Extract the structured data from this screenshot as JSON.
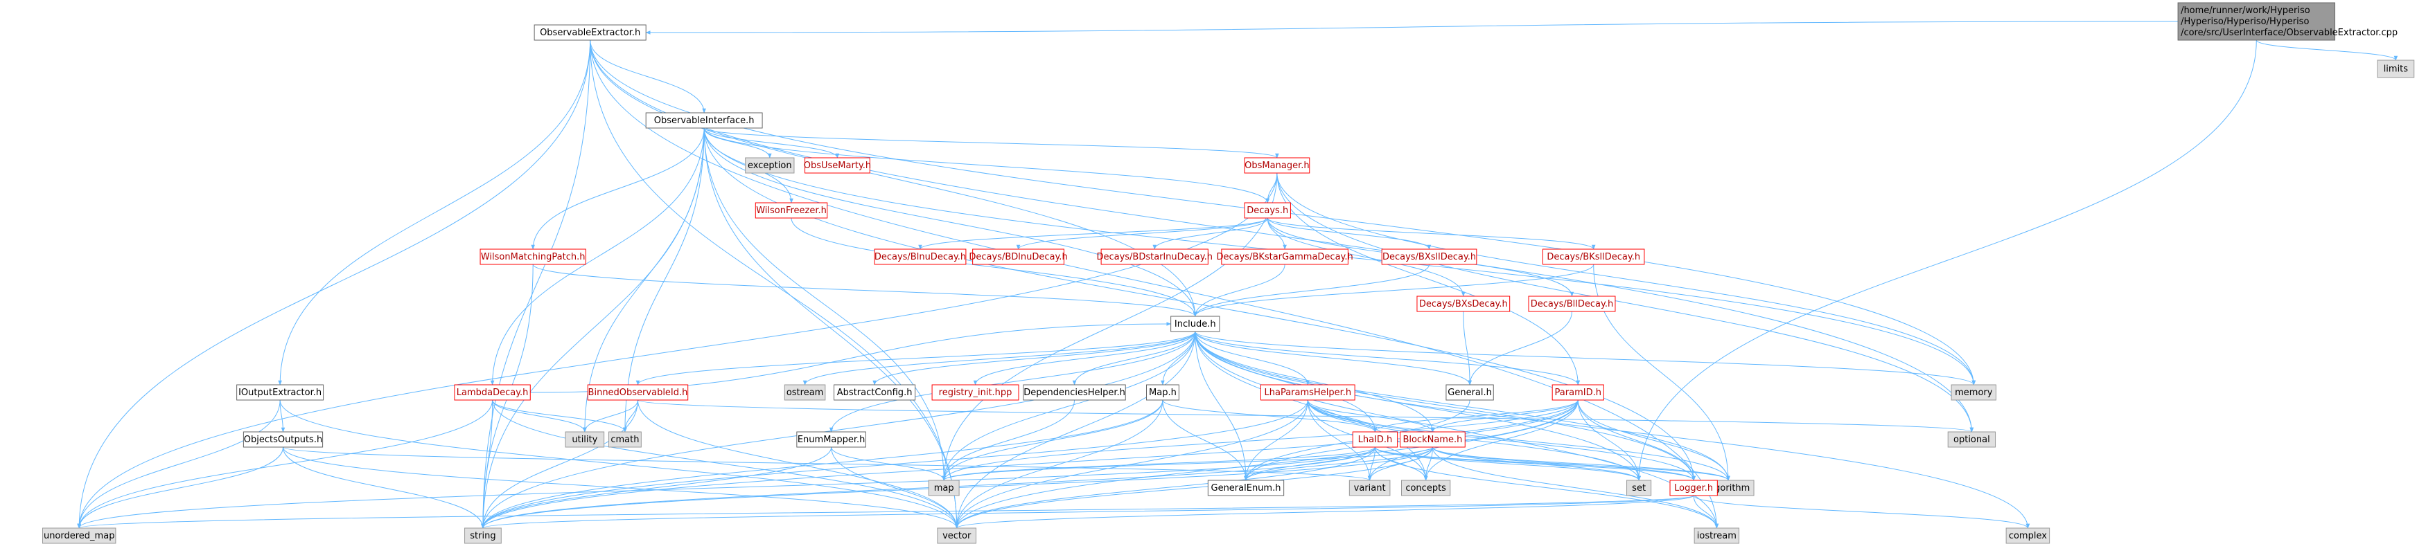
{
  "colors": {
    "edge": "#63b8ff",
    "node_border": "#666666",
    "red_border": "#ff0000",
    "root_fill": "#999999",
    "system_fill": "#e0e0e0",
    "node_fill": "#ffffff",
    "red_text": "#b00000"
  },
  "nodes": [
    {
      "id": "root",
      "lines": [
        "/home/runner/work/Hyperiso",
        "/Hyperiso/Hyperiso/Hyperiso",
        "/core/src/UserInterface/ObservableExtractor.cpp"
      ],
      "style": "root"
    },
    {
      "id": "limits",
      "lines": [
        "limits"
      ],
      "style": "system"
    },
    {
      "id": "ObservableExtractor",
      "lines": [
        "ObservableExtractor.h"
      ],
      "style": "normal"
    },
    {
      "id": "ObservableInterface",
      "lines": [
        "ObservableInterface.h"
      ],
      "style": "normal"
    },
    {
      "id": "exception",
      "lines": [
        "exception"
      ],
      "style": "system"
    },
    {
      "id": "ObsUseMarty",
      "lines": [
        "ObsUseMarty.h"
      ],
      "style": "red"
    },
    {
      "id": "ObsManager",
      "lines": [
        "ObsManager.h"
      ],
      "style": "red"
    },
    {
      "id": "WilsonFreezer",
      "lines": [
        "WilsonFreezer.h"
      ],
      "style": "red"
    },
    {
      "id": "WilsonMatchingPatch",
      "lines": [
        "WilsonMatchingPatch.h"
      ],
      "style": "red"
    },
    {
      "id": "Decays",
      "lines": [
        "Decays.h"
      ],
      "style": "red"
    },
    {
      "id": "BlnuDecay",
      "lines": [
        "Decays/BlnuDecay.h"
      ],
      "style": "red"
    },
    {
      "id": "BDlnuDecay",
      "lines": [
        "Decays/BDlnuDecay.h"
      ],
      "style": "red"
    },
    {
      "id": "BDstarlnuDecay",
      "lines": [
        "Decays/BDstarlnuDecay.h"
      ],
      "style": "red"
    },
    {
      "id": "BKstarGammaDecay",
      "lines": [
        "Decays/BKstarGammaDecay.h"
      ],
      "style": "red"
    },
    {
      "id": "BXsllDecay",
      "lines": [
        "Decays/BXsllDecay.h"
      ],
      "style": "red"
    },
    {
      "id": "BKsllDecay",
      "lines": [
        "Decays/BKsllDecay.h"
      ],
      "style": "red"
    },
    {
      "id": "BXsDecay",
      "lines": [
        "Decays/BXsDecay.h"
      ],
      "style": "red"
    },
    {
      "id": "BllDecay",
      "lines": [
        "Decays/BllDecay.h"
      ],
      "style": "red"
    },
    {
      "id": "Include",
      "lines": [
        "Include.h"
      ],
      "style": "normal"
    },
    {
      "id": "IOutputExtractor",
      "lines": [
        "IOutputExtractor.h"
      ],
      "style": "normal"
    },
    {
      "id": "LambdaDecay",
      "lines": [
        "LambdaDecay.h"
      ],
      "style": "red"
    },
    {
      "id": "BinnedObservableId",
      "lines": [
        "BinnedObservableId.h"
      ],
      "style": "red"
    },
    {
      "id": "ostream",
      "lines": [
        "ostream"
      ],
      "style": "system"
    },
    {
      "id": "AbstractConfig",
      "lines": [
        "AbstractConfig.h"
      ],
      "style": "normal"
    },
    {
      "id": "registry_init",
      "lines": [
        "registry_init.hpp"
      ],
      "style": "red"
    },
    {
      "id": "DependenciesHelper",
      "lines": [
        "DependenciesHelper.h"
      ],
      "style": "normal"
    },
    {
      "id": "Map",
      "lines": [
        "Map.h"
      ],
      "style": "normal"
    },
    {
      "id": "LhaParamsHelper",
      "lines": [
        "LhaParamsHelper.h"
      ],
      "style": "red"
    },
    {
      "id": "General",
      "lines": [
        "General.h"
      ],
      "style": "normal"
    },
    {
      "id": "ParamID",
      "lines": [
        "ParamID.h"
      ],
      "style": "red"
    },
    {
      "id": "memory",
      "lines": [
        "memory"
      ],
      "style": "system"
    },
    {
      "id": "ObjectsOutputs",
      "lines": [
        "ObjectsOutputs.h"
      ],
      "style": "normal"
    },
    {
      "id": "utility",
      "lines": [
        "utility"
      ],
      "style": "system"
    },
    {
      "id": "cmath",
      "lines": [
        "cmath"
      ],
      "style": "system"
    },
    {
      "id": "EnumMapper",
      "lines": [
        "EnumMapper.h"
      ],
      "style": "normal"
    },
    {
      "id": "optional",
      "lines": [
        "optional"
      ],
      "style": "system"
    },
    {
      "id": "LhaID",
      "lines": [
        "LhaID.h"
      ],
      "style": "red"
    },
    {
      "id": "BlockName",
      "lines": [
        "BlockName.h"
      ],
      "style": "red"
    },
    {
      "id": "map",
      "lines": [
        "map"
      ],
      "style": "system"
    },
    {
      "id": "variant",
      "lines": [
        "variant"
      ],
      "style": "system"
    },
    {
      "id": "concepts",
      "lines": [
        "concepts"
      ],
      "style": "system"
    },
    {
      "id": "set",
      "lines": [
        "set"
      ],
      "style": "system"
    },
    {
      "id": "algorithm",
      "lines": [
        "algorithm"
      ],
      "style": "system"
    },
    {
      "id": "GeneralEnum",
      "lines": [
        "GeneralEnum.h"
      ],
      "style": "normal"
    },
    {
      "id": "Logger",
      "lines": [
        "Logger.h"
      ],
      "style": "red"
    },
    {
      "id": "unordered_map",
      "lines": [
        "unordered_map"
      ],
      "style": "system"
    },
    {
      "id": "string",
      "lines": [
        "string"
      ],
      "style": "system"
    },
    {
      "id": "vector",
      "lines": [
        "vector"
      ],
      "style": "system"
    },
    {
      "id": "iostream",
      "lines": [
        "iostream"
      ],
      "style": "system"
    },
    {
      "id": "complex",
      "lines": [
        "complex"
      ],
      "style": "system"
    }
  ],
  "edges": [
    [
      "root",
      "limits"
    ],
    [
      "root",
      "ObservableExtractor"
    ],
    [
      "root",
      "set"
    ],
    [
      "ObservableExtractor",
      "ObservableInterface"
    ],
    [
      "ObservableExtractor",
      "IOutputExtractor"
    ],
    [
      "ObservableExtractor",
      "Include"
    ],
    [
      "ObservableExtractor",
      "memory"
    ],
    [
      "ObservableExtractor",
      "optional"
    ],
    [
      "ObservableExtractor",
      "unordered_map"
    ],
    [
      "ObservableExtractor",
      "string"
    ],
    [
      "ObservableExtractor",
      "vector"
    ],
    [
      "ObservableExtractor",
      "iostream"
    ],
    [
      "ObservableInterface",
      "exception"
    ],
    [
      "ObservableInterface",
      "ObsUseMarty"
    ],
    [
      "ObservableInterface",
      "ObsManager"
    ],
    [
      "ObservableInterface",
      "WilsonFreezer"
    ],
    [
      "ObservableInterface",
      "WilsonMatchingPatch"
    ],
    [
      "ObservableInterface",
      "Decays"
    ],
    [
      "ObservableInterface",
      "Include"
    ],
    [
      "ObservableInterface",
      "LambdaDecay"
    ],
    [
      "ObservableInterface",
      "utility"
    ],
    [
      "ObservableInterface",
      "cmath"
    ],
    [
      "ObservableInterface",
      "map"
    ],
    [
      "ObservableInterface",
      "string"
    ],
    [
      "ObservableInterface",
      "vector"
    ],
    [
      "ObservableInterface",
      "memory"
    ],
    [
      "ObservableInterface",
      "Logger"
    ],
    [
      "ObsManager",
      "Decays"
    ],
    [
      "ObsManager",
      "ParamID"
    ],
    [
      "ObsManager",
      "memory"
    ],
    [
      "ObsManager",
      "optional"
    ],
    [
      "ObsManager",
      "unordered_map"
    ],
    [
      "ObsManager",
      "map"
    ],
    [
      "WilsonFreezer",
      "Include"
    ],
    [
      "WilsonMatchingPatch",
      "Include"
    ],
    [
      "WilsonMatchingPatch",
      "string"
    ],
    [
      "Decays",
      "BlnuDecay"
    ],
    [
      "Decays",
      "BDlnuDecay"
    ],
    [
      "Decays",
      "BDstarlnuDecay"
    ],
    [
      "Decays",
      "BKstarGammaDecay"
    ],
    [
      "Decays",
      "BXsllDecay"
    ],
    [
      "Decays",
      "BKsllDecay"
    ],
    [
      "Decays",
      "BXsDecay"
    ],
    [
      "Decays",
      "BllDecay"
    ],
    [
      "BKstarGammaDecay",
      "Include"
    ],
    [
      "BXsllDecay",
      "Include"
    ],
    [
      "BKsllDecay",
      "Include"
    ],
    [
      "BKsllDecay",
      "algorithm"
    ],
    [
      "BXsDecay",
      "General"
    ],
    [
      "BllDecay",
      "General"
    ],
    [
      "Include",
      "BinnedObservableId"
    ],
    [
      "Include",
      "ostream"
    ],
    [
      "Include",
      "AbstractConfig"
    ],
    [
      "Include",
      "registry_init"
    ],
    [
      "Include",
      "DependenciesHelper"
    ],
    [
      "Include",
      "Map"
    ],
    [
      "Include",
      "EnumMapper"
    ],
    [
      "Include",
      "LhaParamsHelper"
    ],
    [
      "Include",
      "General"
    ],
    [
      "Include",
      "ParamID"
    ],
    [
      "Include",
      "LhaID"
    ],
    [
      "Include",
      "BlockName"
    ],
    [
      "Include",
      "memory"
    ],
    [
      "Include",
      "Logger"
    ],
    [
      "Include",
      "complex"
    ],
    [
      "Include",
      "iostream"
    ],
    [
      "Include",
      "vector"
    ],
    [
      "Include",
      "string"
    ],
    [
      "Include",
      "GeneralEnum"
    ],
    [
      "Include",
      "concepts"
    ],
    [
      "Include",
      "map"
    ],
    [
      "Include",
      "set"
    ],
    [
      "Include",
      "algorithm"
    ],
    [
      "IOutputExtractor",
      "ObjectsOutputs"
    ],
    [
      "IOutputExtractor",
      "unordered_map"
    ],
    [
      "IOutputExtractor",
      "vector"
    ],
    [
      "ObjectsOutputs",
      "unordered_map"
    ],
    [
      "ObjectsOutputs",
      "string"
    ],
    [
      "ObjectsOutputs",
      "vector"
    ],
    [
      "ObjectsOutputs",
      "variant"
    ],
    [
      "LambdaDecay",
      "Include"
    ],
    [
      "LambdaDecay",
      "utility"
    ],
    [
      "LambdaDecay",
      "cmath"
    ],
    [
      "LambdaDecay",
      "unordered_map"
    ],
    [
      "LambdaDecay",
      "string"
    ],
    [
      "LambdaDecay",
      "vector"
    ],
    [
      "BinnedObservableId",
      "utility"
    ],
    [
      "BinnedObservableId",
      "cmath"
    ],
    [
      "BinnedObservableId",
      "string"
    ],
    [
      "BinnedObservableId",
      "vector"
    ],
    [
      "BinnedObservableId",
      "optional"
    ],
    [
      "DependenciesHelper",
      "map"
    ],
    [
      "Map",
      "map"
    ],
    [
      "Map",
      "string"
    ],
    [
      "Map",
      "vector"
    ],
    [
      "Map",
      "GeneralEnum"
    ],
    [
      "Map",
      "LhaID"
    ],
    [
      "EnumMapper",
      "map"
    ],
    [
      "EnumMapper",
      "string"
    ],
    [
      "EnumMapper",
      "vector"
    ],
    [
      "LhaParamsHelper",
      "LhaID"
    ],
    [
      "LhaParamsHelper",
      "BlockName"
    ],
    [
      "LhaParamsHelper",
      "GeneralEnum"
    ],
    [
      "LhaParamsHelper",
      "variant"
    ],
    [
      "LhaParamsHelper",
      "concepts"
    ],
    [
      "LhaParamsHelper",
      "string"
    ],
    [
      "LhaParamsHelper",
      "vector"
    ],
    [
      "LhaParamsHelper",
      "set"
    ],
    [
      "LhaParamsHelper",
      "algorithm"
    ],
    [
      "LhaParamsHelper",
      "Logger"
    ],
    [
      "General",
      "GeneralEnum"
    ],
    [
      "ParamID",
      "LhaID"
    ],
    [
      "ParamID",
      "BlockName"
    ],
    [
      "ParamID",
      "GeneralEnum"
    ],
    [
      "ParamID",
      "Logger"
    ],
    [
      "ParamID",
      "map"
    ],
    [
      "ParamID",
      "string"
    ],
    [
      "ParamID",
      "vector"
    ],
    [
      "ParamID",
      "variant"
    ],
    [
      "ParamID",
      "concepts"
    ],
    [
      "ParamID",
      "set"
    ],
    [
      "ParamID",
      "algorithm"
    ],
    [
      "LhaID",
      "GeneralEnum"
    ],
    [
      "LhaID",
      "Logger"
    ],
    [
      "LhaID",
      "map"
    ],
    [
      "LhaID",
      "variant"
    ],
    [
      "LhaID",
      "concepts"
    ],
    [
      "LhaID",
      "set"
    ],
    [
      "LhaID",
      "algorithm"
    ],
    [
      "LhaID",
      "string"
    ],
    [
      "LhaID",
      "vector"
    ],
    [
      "LhaID",
      "iostream"
    ],
    [
      "LhaID",
      "unordered_map"
    ],
    [
      "BlockName",
      "GeneralEnum"
    ],
    [
      "BlockName",
      "Logger"
    ],
    [
      "BlockName",
      "map"
    ],
    [
      "BlockName",
      "variant"
    ],
    [
      "BlockName",
      "concepts"
    ],
    [
      "BlockName",
      "set"
    ],
    [
      "BlockName",
      "algorithm"
    ],
    [
      "BlockName",
      "string"
    ],
    [
      "BlockName",
      "vector"
    ],
    [
      "BlockName",
      "iostream"
    ],
    [
      "Logger",
      "iostream"
    ],
    [
      "Logger",
      "complex"
    ],
    [
      "Logger",
      "string"
    ],
    [
      "Logger",
      "vector"
    ],
    [
      "Logger",
      "unordered_map"
    ]
  ]
}
